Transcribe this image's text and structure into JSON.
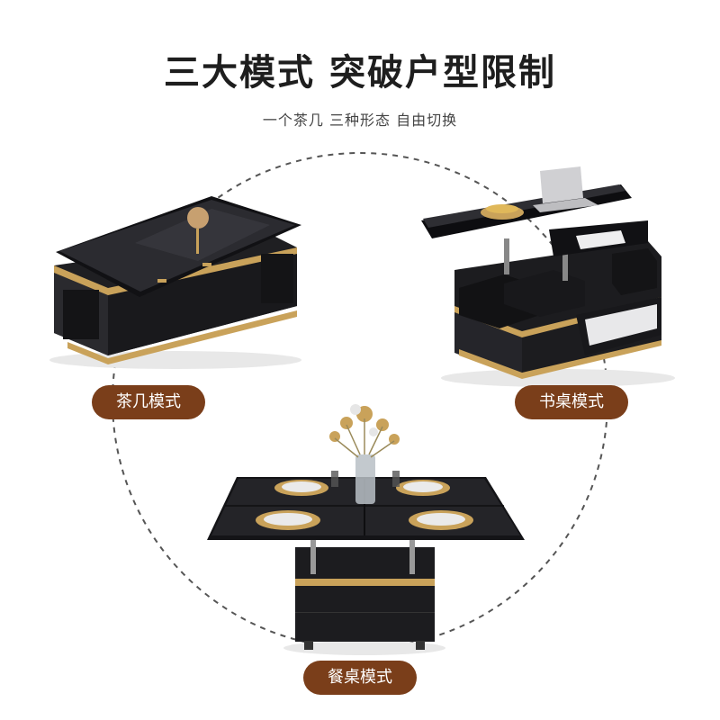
{
  "header": {
    "title": "三大模式 突破户型限制",
    "subtitle": "一个茶几 三种形态 自由切换"
  },
  "modes": [
    {
      "label": "茶几模式",
      "icon": "coffee-table-icon"
    },
    {
      "label": "书桌模式",
      "icon": "desk-icon"
    },
    {
      "label": "餐桌模式",
      "icon": "dining-table-icon"
    }
  ],
  "colors": {
    "badge": "#7a3e1a",
    "gold": "#c9a25a",
    "furniture": "#1c1c1e",
    "dashed_circle": "#555555"
  }
}
